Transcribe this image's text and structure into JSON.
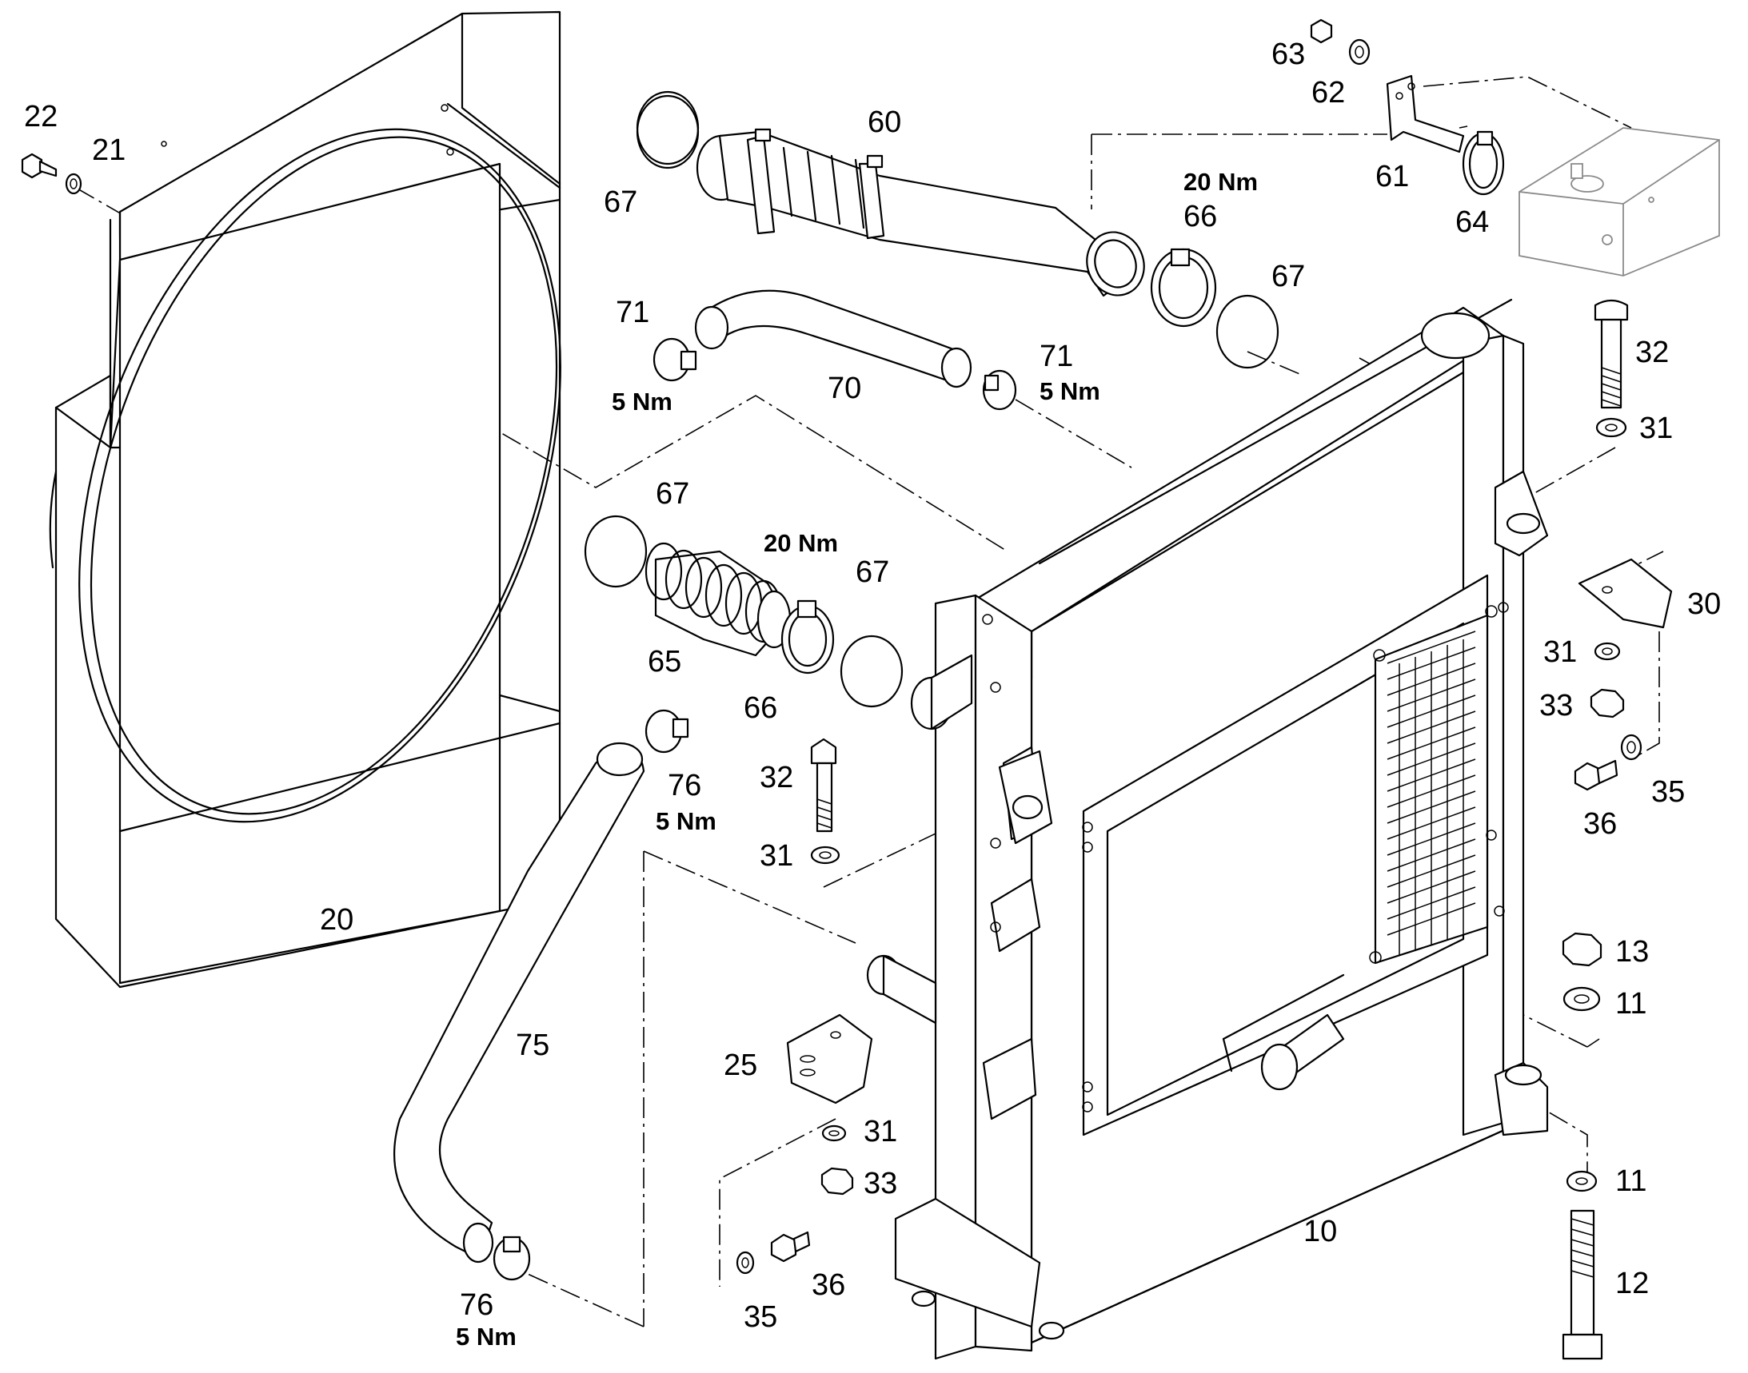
{
  "callouts": [
    {
      "id": "c22a",
      "text": "22"
    },
    {
      "id": "c21",
      "text": "21"
    },
    {
      "id": "c20",
      "text": "20"
    },
    {
      "id": "c60",
      "text": "60"
    },
    {
      "id": "c67a",
      "text": "67"
    },
    {
      "id": "c63",
      "text": "63"
    },
    {
      "id": "c62",
      "text": "62"
    },
    {
      "id": "c61",
      "text": "61"
    },
    {
      "id": "c64",
      "text": "64"
    },
    {
      "id": "c66a",
      "text": "66"
    },
    {
      "id": "c67b",
      "text": "67"
    },
    {
      "id": "c71a",
      "text": "71"
    },
    {
      "id": "c70",
      "text": "70"
    },
    {
      "id": "c71b",
      "text": "71"
    },
    {
      "id": "c32a",
      "text": "32"
    },
    {
      "id": "c31a",
      "text": "31"
    },
    {
      "id": "c67c",
      "text": "67"
    },
    {
      "id": "c67d",
      "text": "67"
    },
    {
      "id": "c65",
      "text": "65"
    },
    {
      "id": "c66b",
      "text": "66"
    },
    {
      "id": "c30",
      "text": "30"
    },
    {
      "id": "c31b",
      "text": "31"
    },
    {
      "id": "c33a",
      "text": "33"
    },
    {
      "id": "c35a",
      "text": "35"
    },
    {
      "id": "c36a",
      "text": "36"
    },
    {
      "id": "c76a",
      "text": "76"
    },
    {
      "id": "c32b",
      "text": "32"
    },
    {
      "id": "c31c",
      "text": "31"
    },
    {
      "id": "c75",
      "text": "75"
    },
    {
      "id": "c13",
      "text": "13"
    },
    {
      "id": "c11a",
      "text": "11"
    },
    {
      "id": "c25",
      "text": "25"
    },
    {
      "id": "c31d",
      "text": "31"
    },
    {
      "id": "c33b",
      "text": "33"
    },
    {
      "id": "c11b",
      "text": "11"
    },
    {
      "id": "c10",
      "text": "10"
    },
    {
      "id": "c12",
      "text": "12"
    },
    {
      "id": "c36b",
      "text": "36"
    },
    {
      "id": "c35b",
      "text": "35"
    },
    {
      "id": "c76b",
      "text": "76"
    }
  ],
  "torques": [
    {
      "id": "t66a",
      "text": "20 Nm"
    },
    {
      "id": "t71a",
      "text": "5 Nm"
    },
    {
      "id": "t71b",
      "text": "5 Nm"
    },
    {
      "id": "t66b",
      "text": "20 Nm"
    },
    {
      "id": "t76a",
      "text": "5 Nm"
    },
    {
      "id": "t76b",
      "text": "5 Nm"
    }
  ]
}
